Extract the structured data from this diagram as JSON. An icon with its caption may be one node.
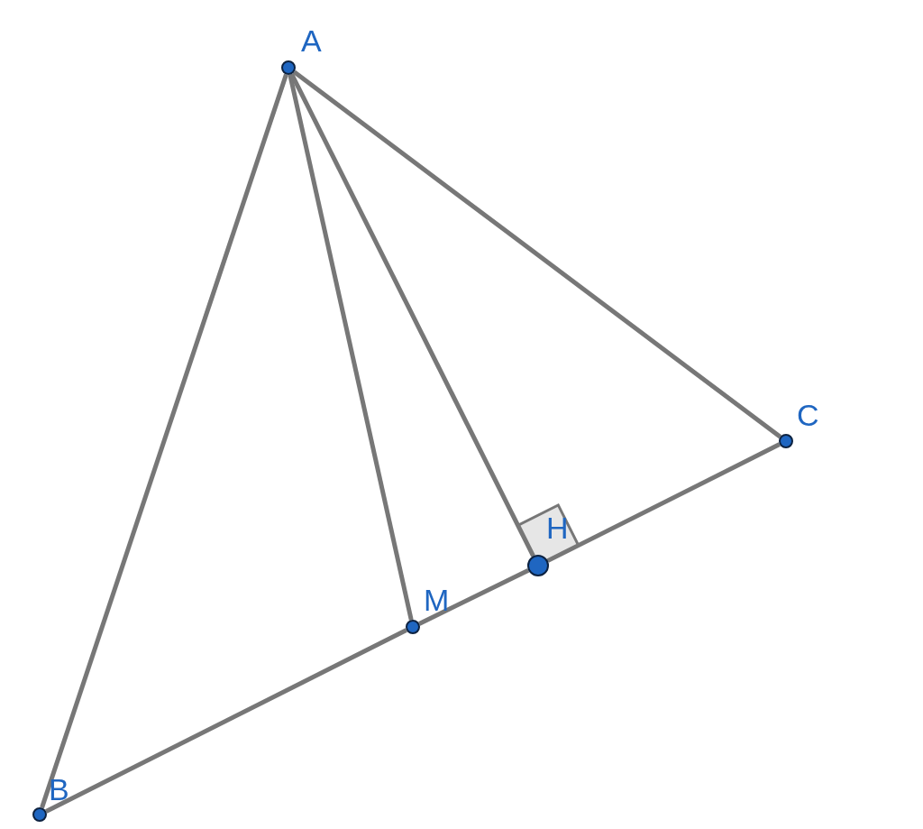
{
  "diagram": {
    "nodes": [
      {
        "text": [],
        "shape": "circle",
        "beside": [
          "A"
        ]
      },
      {
        "text": [],
        "shape": "circle",
        "beside": [
          "B"
        ]
      },
      {
        "text": [],
        "shape": "circle",
        "beside": [
          "C"
        ]
      },
      {
        "text": [],
        "shape": "circle",
        "beside": [
          "M"
        ]
      },
      {
        "text": [],
        "shape": "circle",
        "beside": [
          "H"
        ]
      }
    ],
    "edges": [
      {
        "from": 0,
        "to": 1,
        "arrow": "none"
      },
      {
        "from": 0,
        "to": 2,
        "arrow": "none"
      },
      {
        "from": 0,
        "to": 3,
        "arrow": "none"
      },
      {
        "from": 0,
        "to": 4,
        "arrow": "none"
      },
      {
        "from": 1,
        "to": 3,
        "arrow": "none"
      },
      {
        "from": 3,
        "to": 4,
        "arrow": "none"
      },
      {
        "from": 4,
        "to": 2,
        "arrow": "none"
      }
    ]
  }
}
